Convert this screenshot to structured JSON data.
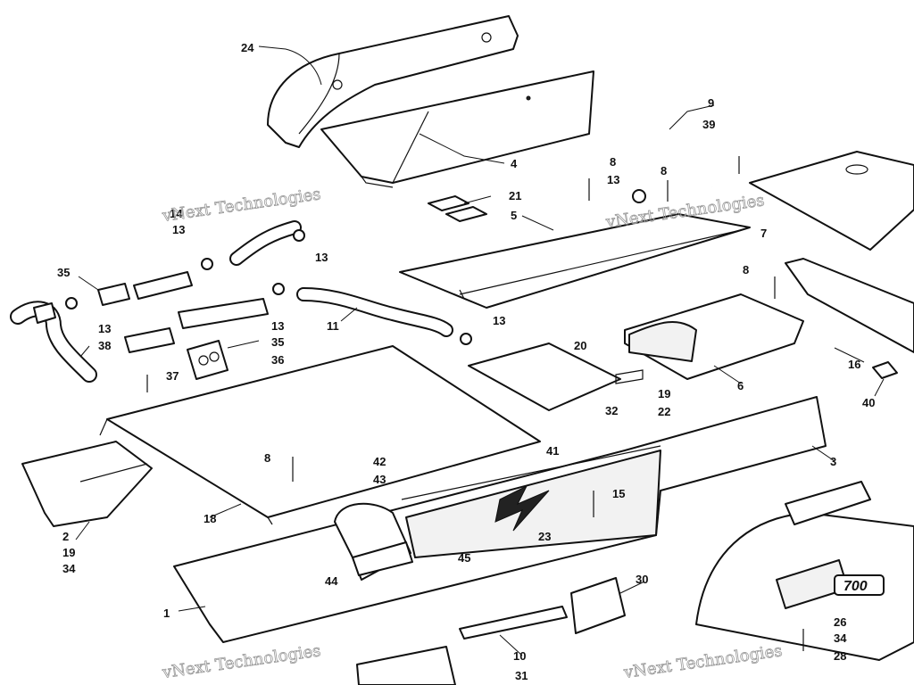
{
  "diagram": {
    "watermark_text": "vNext Technologies",
    "badge_text": "700",
    "callouts": [
      "24",
      "4",
      "9",
      "39",
      "8",
      "8",
      "13",
      "7",
      "21",
      "5",
      "14",
      "13",
      "13",
      "35",
      "13",
      "13",
      "11",
      "38",
      "35",
      "36",
      "13",
      "8",
      "20",
      "6",
      "16",
      "40",
      "19",
      "37",
      "32",
      "22",
      "3",
      "41",
      "42",
      "43",
      "8",
      "15",
      "18",
      "2",
      "19",
      "34",
      "23",
      "44",
      "45",
      "30",
      "1",
      "10",
      "31",
      "26",
      "34",
      "28"
    ]
  },
  "colors": {
    "ink": "#111111",
    "paper": "#ffffff",
    "watermark": "#9a9a9a"
  }
}
